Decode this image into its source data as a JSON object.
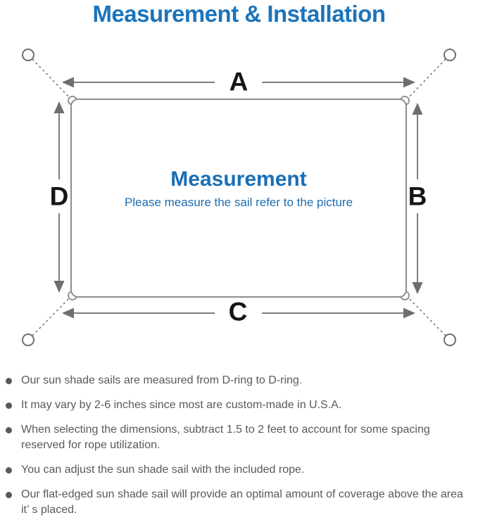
{
  "title": "Measurement & Installation",
  "diagram": {
    "center_heading": "Measurement",
    "center_subtitle": "Please measure the sail refer to the picture",
    "edge_labels": {
      "top": "A",
      "right": "B",
      "bottom": "C",
      "left": "D"
    },
    "icons": {
      "anchor-ring-icon": "open circle (mounting ring)",
      "d-ring-corner-icon": "small ring at sail corner",
      "dashed-rope-line": "dotted tensioning rope",
      "measure-arrow": "double-headed gray arrow",
      "bullet-dot-icon": "filled gray list bullet"
    }
  },
  "notes": {
    "items": [
      "Our sun shade sails are measured from D-ring to D-ring.",
      "It may vary by 2-6 inches since most are custom-made in U.S.A.",
      "When selecting the dimensions, subtract 1.5 to 2 feet to account for some spacing reserved for rope utilization.",
      "You can adjust the sun shade sail with the included rope.",
      "Our flat-edged sun shade sail will provide an optimal amount of coverage above the area it’ s placed."
    ]
  },
  "colors": {
    "title_blue": "#1b74bb",
    "heading_blue": "#1a6fb5",
    "subtitle_blue": "#1e6cb0",
    "line_gray": "#7d7d7d",
    "text_gray": "#595959"
  }
}
